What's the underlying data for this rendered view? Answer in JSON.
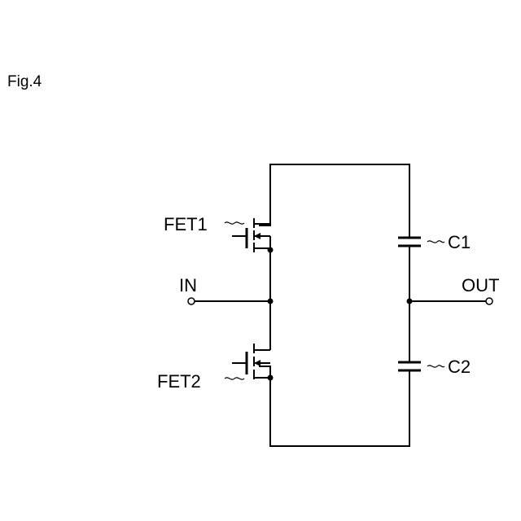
{
  "figure": {
    "label": "Fig.4"
  },
  "components": {
    "fet1": {
      "label": "FET1"
    },
    "fet2": {
      "label": "FET2"
    },
    "c1": {
      "label": "C1"
    },
    "c2": {
      "label": "C2"
    }
  },
  "terminals": {
    "in": {
      "label": "IN"
    },
    "out": {
      "label": "OUT"
    }
  }
}
